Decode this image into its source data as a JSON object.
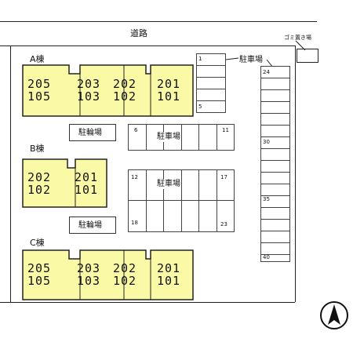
{
  "road_label": "道路",
  "garbage_label": "ゴミ置き場",
  "parking_label": "駐車場",
  "bicycle_label": "駐輪場",
  "buildings": [
    {
      "name": "A棟",
      "units": [
        {
          "upper": "205",
          "lower": "105"
        },
        {
          "upper": "203",
          "lower": "103"
        },
        {
          "upper": "202",
          "lower": "102"
        },
        {
          "upper": "201",
          "lower": "101"
        }
      ]
    },
    {
      "name": "B棟",
      "units": [
        {
          "upper": "202",
          "lower": "102"
        },
        {
          "upper": "201",
          "lower": "101"
        }
      ]
    },
    {
      "name": "C棟",
      "units": [
        {
          "upper": "205",
          "lower": "105"
        },
        {
          "upper": "203",
          "lower": "103"
        },
        {
          "upper": "202",
          "lower": "102"
        },
        {
          "upper": "201",
          "lower": "101"
        }
      ]
    }
  ],
  "parking_numbers": {
    "lot_a": {
      "first": "1",
      "last": "5"
    },
    "lot_b": {
      "first": "6",
      "last": "11"
    },
    "lot_c_top": {
      "first": "12",
      "last": "17"
    },
    "lot_c_bottom": {
      "first": "18",
      "last": "23"
    },
    "lot_right": {
      "n24": "24",
      "n30": "30",
      "n35": "35",
      "n40": "40"
    }
  },
  "colors": {
    "building_fill": "#fafaa6",
    "line": "#222222"
  },
  "north_icon": "north-arrow-icon"
}
